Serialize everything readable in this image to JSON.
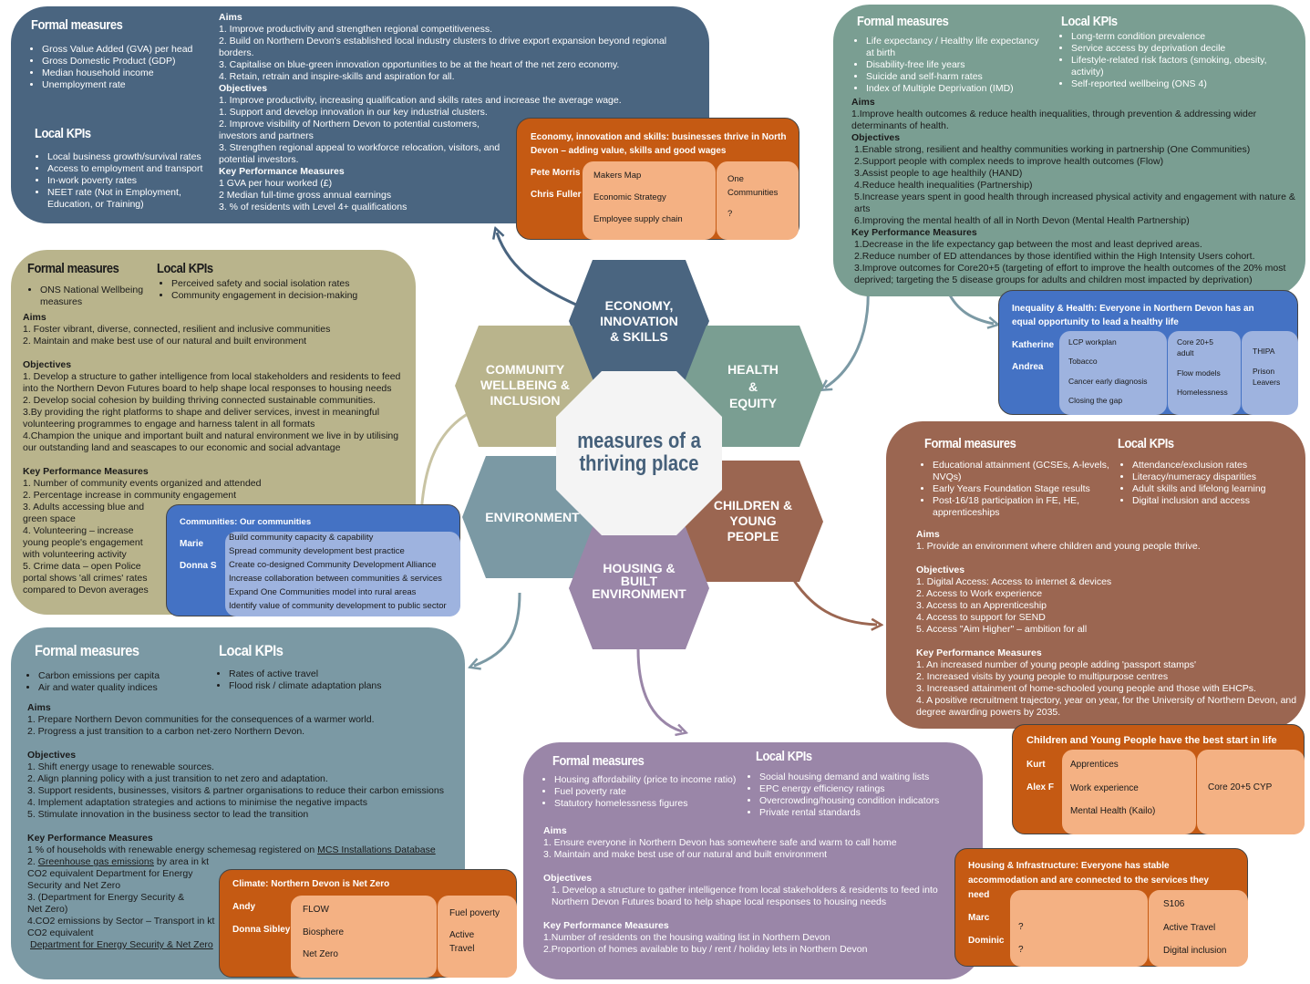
{
  "center": {
    "line1": "measures of a",
    "line2": "thriving place"
  },
  "hexes": {
    "economy": [
      "ECONOMY,",
      "INNOVATION",
      "& SKILLS"
    ],
    "health": [
      "HEALTH",
      "&",
      "EQUITY"
    ],
    "community": [
      "COMMUNITY",
      "WELLBEING &",
      "INCLUSION"
    ],
    "environment": [
      "ENVIRONMENT"
    ],
    "children": [
      "CHILDREN &",
      "YOUNG",
      "PEOPLE"
    ],
    "housing": [
      "HOUSING &",
      "BUILT",
      "ENVIRONMENT"
    ]
  },
  "colors": {
    "economy": "#4a6580",
    "health": "#7a9e92",
    "community": "#b9b48c",
    "environment": "#7b99a4",
    "children": "#9b6651",
    "housing": "#9a86a8",
    "orange_card": "#c55a13",
    "orange_inner": "#f4b183",
    "blue_card": "#4472c4",
    "blue_inner": "#9eb3df"
  },
  "economy": {
    "formal_title": "Formal measures",
    "formal": [
      "Gross Value Added (GVA) per head",
      "Gross Domestic Product (GDP)",
      "Median household income",
      "Unemployment rate"
    ],
    "kpi_title": "Local KPIs",
    "kpis": [
      "Local business growth/survival rates",
      "Access to employment and transport",
      "In-work poverty rates",
      "NEET rate (Not in Employment, Education, or Training)"
    ],
    "aims_title": "Aims",
    "aims": [
      "1.    Improve productivity and strengthen regional competitiveness.",
      "2.    Build on Northern Devon's established local industry clusters to drive export expansion beyond regional borders.",
      "3.    Capitalise on blue-green innovation opportunities to be at the heart of the net zero economy.",
      "4.    Retain, retrain and inspire-skills and aspiration for all."
    ],
    "obj_title": "Objectives",
    "objectives": [
      "1.    Improve productivity, increasing qualification and skills rates and increase the average wage.",
      "1.    Support and develop innovation in our key industrial clusters.",
      "2.    Improve visibility of Northern Devon to potential customers, investors and partners",
      "3.    Strengthen regional appeal to workforce relocation, visitors, and potential investors."
    ],
    "kpm_title": "Key Performance Measures",
    "kpm": [
      "1     GVA per hour worked (£)",
      "2     Median full-time gross annual earnings",
      "3.    % of residents with Level 4+ qualifications"
    ]
  },
  "economy_card": {
    "title1": "Economy, innovation and skills: businesses thrive in North",
    "title2": "Devon – adding value, skills and good wages",
    "names": [
      "Pete Morris",
      "Chris Fuller"
    ],
    "col1": [
      "Makers Map",
      "Economic Strategy",
      "Employee supply chain"
    ],
    "col2": [
      "One",
      "Communities",
      "?"
    ]
  },
  "health": {
    "formal_title": "Formal measures",
    "formal": [
      "Life expectancy / Healthy life expectancy at birth",
      "Disability-free life years",
      "Suicide and self-harm rates",
      "Index of Multiple Deprivation (IMD)"
    ],
    "kpi_title": "Local KPIs",
    "kpis": [
      "Long-term condition prevalence",
      "Service access by deprivation decile",
      "Lifestyle-related risk factors (smoking, obesity, activity)",
      "Self-reported wellbeing (ONS 4)"
    ],
    "aims_title": "Aims",
    "aims": [
      "1.Improve health outcomes & reduce health inequalities, through prevention & addressing wider determinants of health."
    ],
    "obj_title": "Objectives",
    "objectives": [
      "1.Enable strong, resilient and healthy communities working in partnership (One Communities)",
      "2.Support people with complex needs to improve health outcomes (Flow)",
      "3.Assist people to age healthily (HAND)",
      "4.Reduce health inequalities (Partnership)",
      "5.Increase years spent in good health through increased physical activity and engagement with nature & arts",
      "6.Improving the mental health of all in North Devon (Mental Health Partnership)"
    ],
    "kpm_title": "Key Performance Measures",
    "kpm": [
      "1.Decrease in the life expectancy gap between the most and least deprived areas.",
      "2.Reduce number of ED attendances by those identified within the High Intensity Users cohort.",
      "3.Improve outcomes for Core20+5 (targeting of effort to improve the health outcomes of the 20% most deprived; targeting the 5 disease groups for adults and children most impacted by deprivation)"
    ]
  },
  "health_card": {
    "title1": "Inequality & Health: Everyone in Northern Devon has an",
    "title2": "equal opportunity to lead a healthy life",
    "names": [
      "Katherine",
      "Andrea"
    ],
    "col1": [
      "LCP workplan",
      "Tobacco",
      "Cancer early diagnosis",
      "Closing the gap"
    ],
    "col2": [
      "Core 20+5",
      "adult",
      "Flow models",
      "Homelessness"
    ],
    "col3": [
      "THIPA",
      "Prison",
      "Leavers"
    ]
  },
  "community": {
    "formal_title": "Formal measures",
    "formal": [
      "ONS National Wellbeing measures"
    ],
    "kpi_title": "Local KPIs",
    "kpis": [
      "Perceived safety and social isolation rates",
      "Community engagement in decision-making"
    ],
    "aims_title": "Aims",
    "aims": [
      "1. Foster vibrant, diverse, connected, resilient and inclusive communities",
      "2. Maintain and make best use of our natural and built environment"
    ],
    "obj_title": "Objectives",
    "objectives": [
      "1. Develop a structure to gather intelligence from local stakeholders and residents to feed into the Northern Devon Futures board to help shape local responses to housing needs",
      "2. Develop social cohesion by building thriving connected sustainable communities.",
      "3.By providing the right platforms to shape and deliver services, invest in meaningful volunteering programmes to engage and harness talent in all formats",
      "4.Champion the unique and important built and natural environment we live in by utilising our outstanding land and seascapes to our economic and social advantage"
    ],
    "kpm_title": "Key Performance Measures",
    "kpm": [
      "1.  Number of community events organized and attended",
      "2.  Percentage increase in community engagement",
      "3.  Adults accessing blue and green space",
      "4.  Volunteering – increase young people's engagement with volunteering activity",
      "5. Crime data – open Police portal shows 'all crimes' rates compared to Devon averages"
    ]
  },
  "community_card": {
    "title": "Communities: Our communities",
    "names": [
      "Marie",
      "Donna S"
    ],
    "items": [
      "Build community capacity & capability",
      "Spread community development best practice",
      "Create co-designed Community Development Alliance",
      "Increase collaboration between communities & services",
      "Expand One Communities model into rural areas",
      "Identify value of community development to public sector"
    ]
  },
  "environment": {
    "formal_title": "Formal measures",
    "formal": [
      "Carbon emissions per capita",
      "Air and water quality indices"
    ],
    "kpi_title": "Local KPIs",
    "kpis": [
      "Rates of active travel",
      "Flood risk / climate adaptation plans"
    ],
    "aims_title": "Aims",
    "aims": [
      "1.    Prepare Northern Devon communities for the consequences of a warmer world.",
      "2.    Progress a just transition to a carbon net-zero Northern Devon."
    ],
    "obj_title": "Objectives",
    "objectives": [
      "1.    Shift energy usage to renewable sources.",
      "2.    Align planning policy with a just transition to net zero and adaptation.",
      "3.    Support residents, businesses, visitors & partner organisations to reduce their carbon emissions",
      "4.    Implement adaptation strategies and actions to minimise the negative impacts",
      "5.    Stimulate innovation in the business sector to lead the transition"
    ],
    "kpm_title": "Key Performance Measures",
    "kpm1": "1 % of households with renewable energy schemesag registered on ",
    "kpm1_link": "MCS Installations Database",
    "kpm2a": "2. ",
    "kpm2_link": "Greenhouse gas emissions",
    "kpm2b": " by area in kt CO2 equivalent Department for Energy Security and Net Zero",
    "kpm3": "3. (Department for Energy Security & Net Zero)",
    "kpm4": "4.CO2 emissions by Sector – Transport in kt CO2 equivalent",
    "kpm4_link": "Department for Energy Security & Net Zero"
  },
  "environment_card": {
    "title": "Climate: Northern Devon is Net Zero",
    "names": [
      "Andy",
      "Donna Sibley"
    ],
    "col1": [
      "FLOW",
      "Biosphere",
      "Net Zero"
    ],
    "col2": [
      "Fuel poverty",
      "Active",
      "Travel"
    ]
  },
  "children": {
    "formal_title": "Formal measures",
    "formal": [
      "Educational attainment (GCSEs, A-levels, NVQs)",
      "Early Years Foundation Stage results",
      "Post-16/18 participation in FE, HE, apprenticeships"
    ],
    "kpi_title": "Local KPIs",
    "kpis": [
      "Attendance/exclusion rates",
      "Literacy/numeracy disparities",
      "Adult skills and lifelong learning",
      "Digital inclusion and access"
    ],
    "aims_title": "Aims",
    "aims": [
      "1.    Provide an environment where children and young people thrive."
    ],
    "obj_title": "Objectives",
    "objectives": [
      "1.    Digital Access: Access to internet & devices",
      "2.    Access to Work experience",
      "3.    Access to an Apprenticeship",
      "4.    Access to support for SEND",
      "5.    Access \"Aim Higher\" – ambition for all"
    ],
    "kpm_title": "Key Performance Measures",
    "kpm": [
      "1.    An increased number of young people adding 'passport stamps'",
      "2.    Increased visits by young people to multipurpose centres",
      "3.    Increased attainment of home-schooled young people and those with EHCPs.",
      "4.    A positive recruitment trajectory, year on year, for the University of Northern Devon, and degree awarding powers by 2035."
    ]
  },
  "children_card": {
    "title": "Children and Young People have the best start in life",
    "names": [
      "Kurt",
      "Alex F"
    ],
    "col1": [
      "Apprentices",
      "Work experience",
      "Mental Health (Kailo)"
    ],
    "col2": [
      "Core 20+5 CYP"
    ]
  },
  "housing": {
    "formal_title": "Formal measures",
    "formal": [
      "Housing affordability (price to income ratio)",
      "Fuel poverty rate",
      "Statutory homelessness figures"
    ],
    "kpi_title": "Local KPIs",
    "kpis": [
      "Social housing demand and waiting lists",
      "EPC energy efficiency ratings",
      "Overcrowding/housing condition indicators",
      "Private rental standards"
    ],
    "aims_title": "Aims",
    "aims": [
      "1. Ensure everyone in Northern Devon has somewhere safe and warm to call home",
      "3. Maintain and make best use of our natural and built environment"
    ],
    "obj_title": "Objectives",
    "objectives": [
      "1. Develop a structure to gather intelligence from local stakeholders & residents to feed into Northern Devon Futures board to help shape local responses to housing needs"
    ],
    "kpm_title": "Key Performance Measures",
    "kpm": [
      "1.Number of residents on the housing waiting list in Northern Devon",
      "2.Proportion of homes available to buy / rent / holiday lets in Northern Devon"
    ]
  },
  "housing_card": {
    "title1": "Housing & Infrastructure: Everyone has stable",
    "title2": "accommodation  and are connected to the services they",
    "title3": "need",
    "names": [
      "Marc",
      "Dominic"
    ],
    "col1": [
      "?",
      "?"
    ],
    "col2": [
      "S106",
      "Active Travel",
      "Digital inclusion"
    ]
  }
}
